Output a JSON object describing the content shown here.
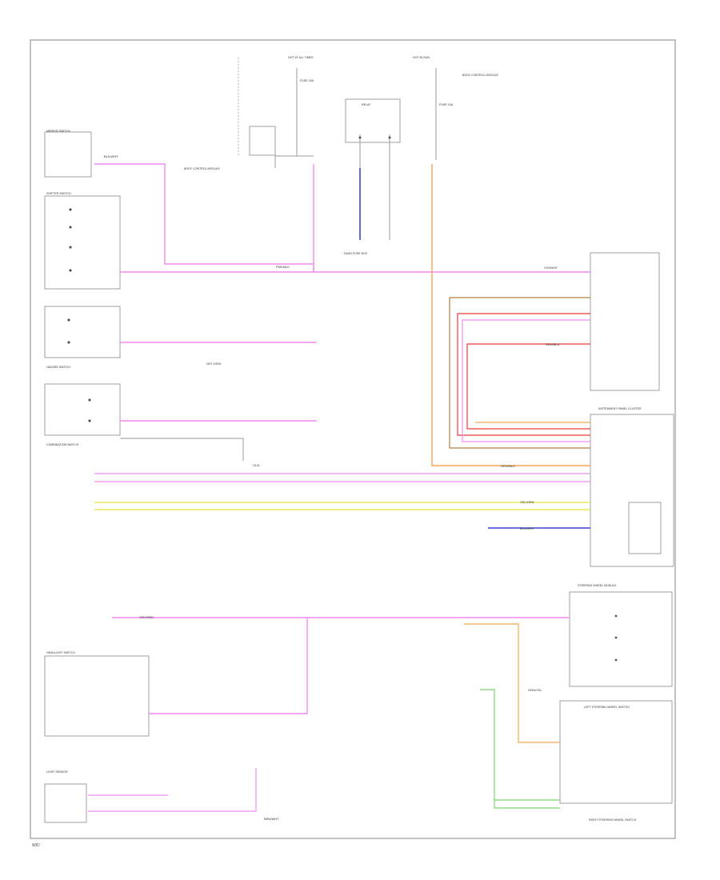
{
  "colors": {
    "pink": "#f08cf0",
    "orange": "#f5a650",
    "blue": "#3a42d6",
    "yellow": "#e8e85a",
    "green": "#7ad46a",
    "red": "#ee3a3a",
    "brown": "#b08040",
    "gray": "#9a9a9a",
    "black": "#333333"
  },
  "labels": {
    "hot_at_all_times": "HOT AT ALL TIMES",
    "hot_in_run": "HOT IN RUN",
    "fuse_left": "FUSE 15A",
    "fuse_right": "FUSE 10A",
    "relay_box": "RELAY",
    "body_control_module": "BODY CONTROL MODULE",
    "dash_fuse_box": "DASH FUSE BOX",
    "not_used": "NOT USED",
    "mirror_switch": "MIRROR SWITCH",
    "shifter_switch": "SHIFTER SWITCH",
    "instrument_panel_cluster": "INSTRUMENT PANEL CLUSTER",
    "hazard_switch": "HAZARD SWITCH",
    "steering_wheel_switch_left": "LEFT STEERING WHEEL SWITCH",
    "steering_wheel_switch_right": "RIGHT STEERING WHEEL SWITCH",
    "headlight_switch": "HEADLIGHT SWITCH",
    "combination_switch": "COMBINATION SWITCH",
    "ground": "G101",
    "light_sensor": "LIGHT SENSOR",
    "steering_wheel_module": "STEERING WHEEL MODULE",
    "footer": "W/D"
  },
  "wire_labels": {
    "w1": "BLK/WHT",
    "w2": "PNK/BLK",
    "w3": "VIO/WHT",
    "w4": "ORG/BLK",
    "w5": "RED/BLU",
    "w6": "YEL/GRN",
    "w7": "BLU/WHT",
    "w8": "GRN/YEL",
    "w9": "GRY/RED",
    "w10": "BRN/WHT"
  }
}
